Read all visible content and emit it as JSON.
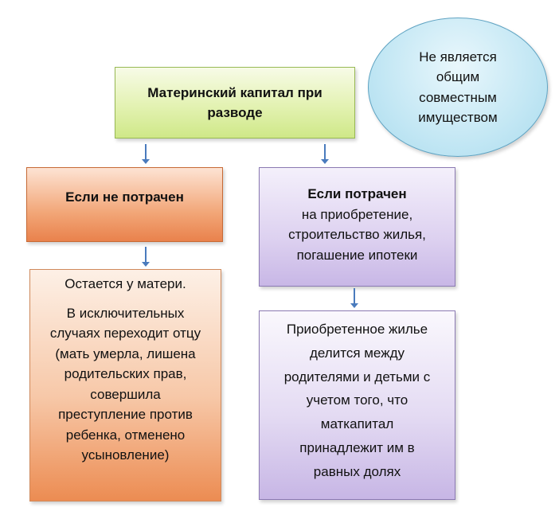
{
  "diagram": {
    "title_lines": [
      "Материнский капитал при",
      "разводе"
    ],
    "note_lines": [
      "Не является",
      "общим",
      "совместным",
      "имуществом"
    ],
    "not_spent": {
      "heading": "Если не потрачен"
    },
    "spent": {
      "heading": "Если потрачен",
      "lines": [
        "на приобретение,",
        "строительство жилья,",
        "погашение ипотеки"
      ]
    },
    "mother": {
      "first_line": "Остается у матери.",
      "lines": [
        "В исключительных",
        "случаях переходит отцу",
        "(мать умерла, лишена",
        "родительских прав,",
        "совершила",
        "преступление против",
        "ребенка, отменено",
        "усыновление)"
      ]
    },
    "housing": {
      "lines": [
        "Приобретенное жилье",
        "делится между",
        "родителями и детьми с",
        "учетом того, что",
        "маткапитал",
        "принадлежит им в",
        "равных долях"
      ]
    },
    "colors": {
      "arrow": "#4a7bbd",
      "title_fill": "#e3f2b2",
      "note_fill": "#c3e7f4",
      "not_spent_fill": "#f2a779",
      "spent_fill": "#ddd1f0"
    }
  }
}
